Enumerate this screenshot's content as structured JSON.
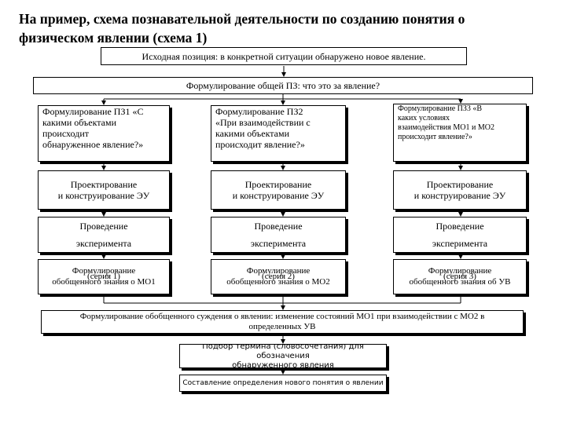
{
  "title": {
    "prefix": "На пример, ",
    "bold_1": "схема познавательной деятельности по созданию понятия о",
    "bold_2": "физическом явлении (схема 1)"
  },
  "boxes": {
    "initial": "Исходная позиция: в конкретной ситуации обнаружено новое явление.",
    "general_problem": "Формулирование общей ПЗ: что это за явление?",
    "pz1": [
      "Формулирование ПЗ1 «С",
      "какими объектами",
      "происходит",
      "обнаруженное явление?»"
    ],
    "pz2": [
      "Формулирование ПЗ2",
      "«При взаимодействии с",
      "какими объектами",
      "происходит явление?»"
    ],
    "pz3": [
      "Формулирование ПЗ3 «В",
      "каких условиях",
      "взаимодействия МО1 и МО2",
      "происходит явление?»"
    ],
    "design": [
      "Проектирование",
      "и конструирование ЭУ"
    ],
    "experiment": [
      "Проведение",
      "эксперимента"
    ],
    "gen1": {
      "line1": "Формулирование",
      "series": "(серия 1)",
      "line2": "обобщенного знания о МО1"
    },
    "gen2": {
      "line1": "Формулирование",
      "series": "(серия 2)",
      "line2": "обобщенного знания о МО2"
    },
    "gen3": {
      "line1": "Формулирование",
      "series": "(серия 3)",
      "line2": "обобщенного знания об УВ"
    },
    "judgement": [
      "Формулирование обобщенного суждения о явлении: изменение состояний МО1 при взаимодействии с МО2 в",
      "определенных УВ"
    ],
    "term": [
      "Подбор термина (словосочетания) для обозначения",
      "обнаруженного явления"
    ],
    "definition": "Составление определения нового понятия о явлении"
  }
}
